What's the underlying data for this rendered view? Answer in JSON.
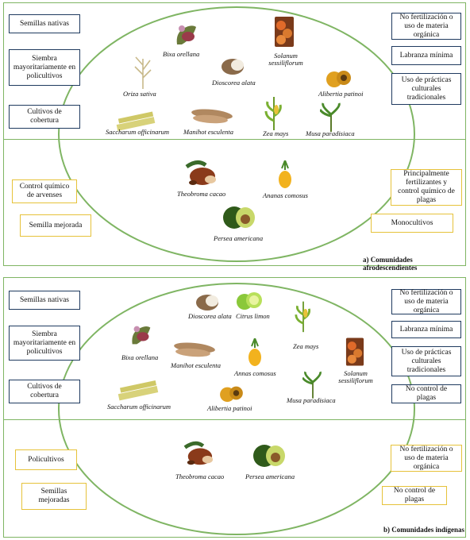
{
  "panel_a": {
    "caption": "a) Comunidades afrodescendientes",
    "left_top_boxes": [
      "Semillas nativas",
      "Siembra mayoritariamente en policultivos",
      "Cultivos de cobertura"
    ],
    "right_top_boxes": [
      "No fertilización o uso de materia orgánica",
      "Labranza mínima",
      "Uso de prácticas culturales tradicionales"
    ],
    "left_bottom_boxes": [
      "Control químico de arvenses",
      "Semilla mejorada"
    ],
    "right_bottom_boxes": [
      "Principalmente fertilizantes y control químico de plagas",
      "Monocultivos"
    ],
    "species_top": [
      "Bixa orellana",
      "Solanum sessiliflorum",
      "Oriza sativa",
      "Dioscorea alata",
      "Alibertia patinoi",
      "Saccharum officinarum",
      "Manihot esculenta",
      "Zea mays",
      "Musa paradisiaca"
    ],
    "species_bottom": [
      "Theobroma cacao",
      "Ananas comosus",
      "Persea americana"
    ]
  },
  "panel_b": {
    "caption": "b) Comunidades indígenas",
    "left_top_boxes": [
      "Semillas nativas",
      "Siembra mayoritariamente en policultivos",
      "Cultivos de cobertura"
    ],
    "right_top_boxes": [
      "No fertilización o uso de materia orgánica",
      "Labranza mínima",
      "Uso de prácticas culturales tradicionales",
      "No control de plagas"
    ],
    "left_bottom_boxes": [
      "Policultivos",
      "Semillas mejoradas"
    ],
    "right_bottom_boxes": [
      "No fertilización o uso de materia orgánica",
      "No control de plagas"
    ],
    "species_top": [
      "Dioscorea alata",
      "Citrus limon",
      "Zea mays",
      "Bixa orellana",
      "Manihot esculenta",
      "Annas comosus",
      "Solanum sessiliflorum",
      "Musa paradisiaca",
      "Saccharum officinarum",
      "Alibertia patinoi"
    ],
    "species_bottom": [
      "Theobroma cacao",
      "Persea americana"
    ]
  },
  "colors": {
    "frame_green": "#7fb563",
    "box_blue": "#1f3a5f",
    "box_yellow": "#e6c23a"
  }
}
